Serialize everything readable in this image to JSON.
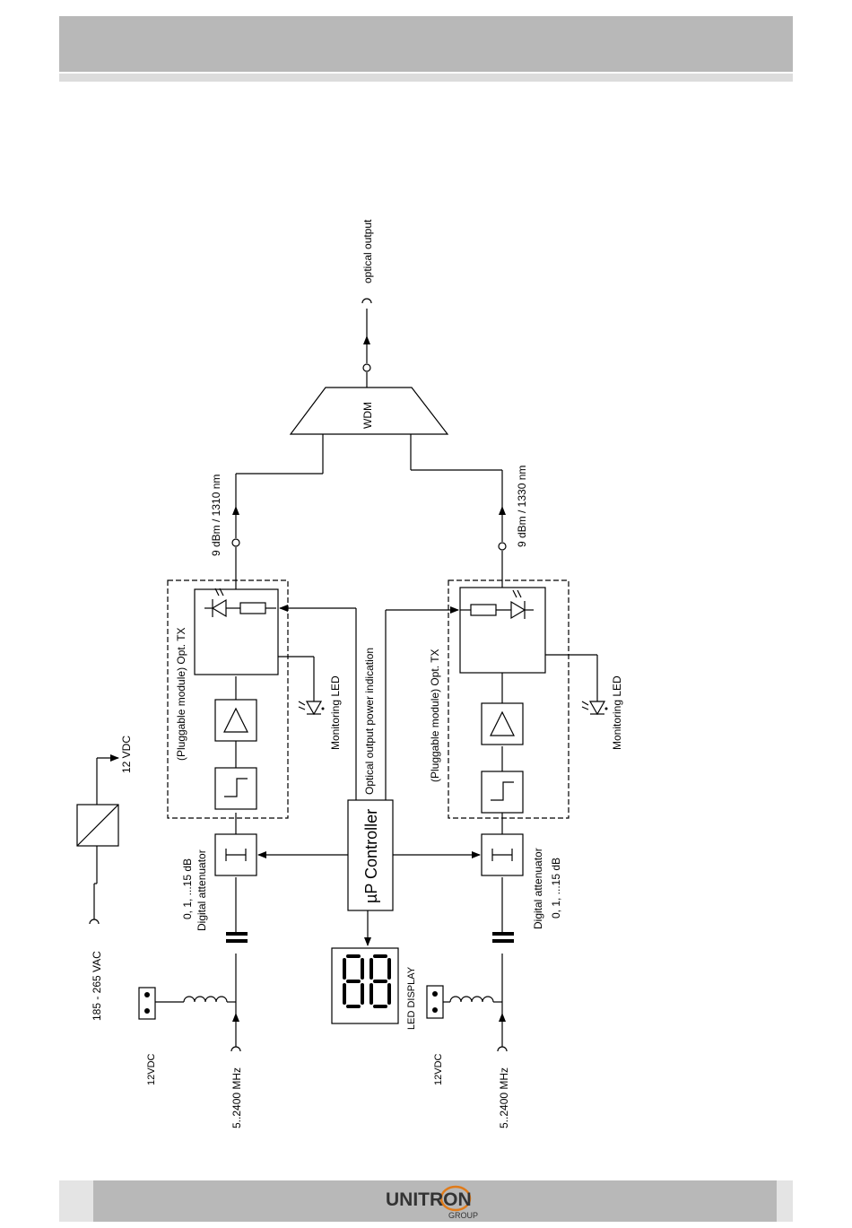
{
  "header": {},
  "diagram": {
    "labels": {
      "vac_input": "185 - 265 VAC",
      "vdc_output": "12 VDC",
      "dc_in_a": "12VDC",
      "dc_in_b": "12VDC",
      "rf_in_a": "5..2400 MHz",
      "rf_in_b": "5..2400 MHz",
      "atten_a_line1": "0, 1, ...15 dB",
      "atten_a_line2": "Digital attenuator",
      "atten_b_line1": "Digital attenuator",
      "atten_b_line2": "0, 1, ...15 dB",
      "controller": "µP Controller",
      "led_display": "LED DISPLAY",
      "power_indication": "Optical output power indication",
      "module_a": "(Pluggable module)  Opt. TX",
      "module_b": "(Pluggable module)  Opt. TX",
      "monitor_a": "Monitoring LED",
      "monitor_b": "Monitoring LED",
      "output_a": "9 dBm / 1310 nm",
      "output_b": "9 dBm / 1330 nm",
      "wdm": "WDM",
      "optical_output": "optical output"
    }
  },
  "footer": {
    "logo_brand": "UNITRON",
    "logo_sub": "GROUP"
  },
  "colors": {
    "header_bar": "#b8b8b8",
    "footer_bar": "#b8b8b8",
    "logo_text": "#333333",
    "logo_accent": "#e07b1a"
  }
}
